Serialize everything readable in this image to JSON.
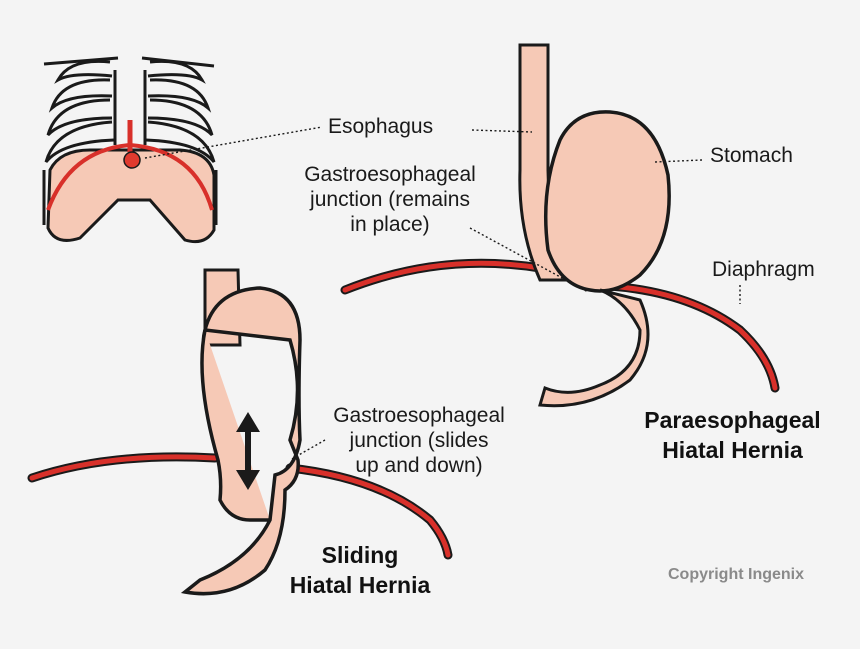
{
  "labels": {
    "esophagus": "Esophagus",
    "stomach": "Stomach",
    "gej_remains": [
      "Gastroesophageal",
      "junction (remains",
      "in place)"
    ],
    "diaphragm": "Diaphragm",
    "gej_slides": [
      "Gastroesophageal",
      "junction (slides",
      "up and down)"
    ]
  },
  "titles": {
    "paraesophageal": [
      "Paraesophageal",
      "Hiatal Hernia"
    ],
    "sliding": [
      "Sliding",
      "Hiatal Hernia"
    ]
  },
  "copyright": "Copyright Ingenix",
  "colors": {
    "background": "#f4f4f4",
    "tissue": "#f6c9b6",
    "diaphragm_red": "#d8302a",
    "outline": "#1a1a1a"
  }
}
